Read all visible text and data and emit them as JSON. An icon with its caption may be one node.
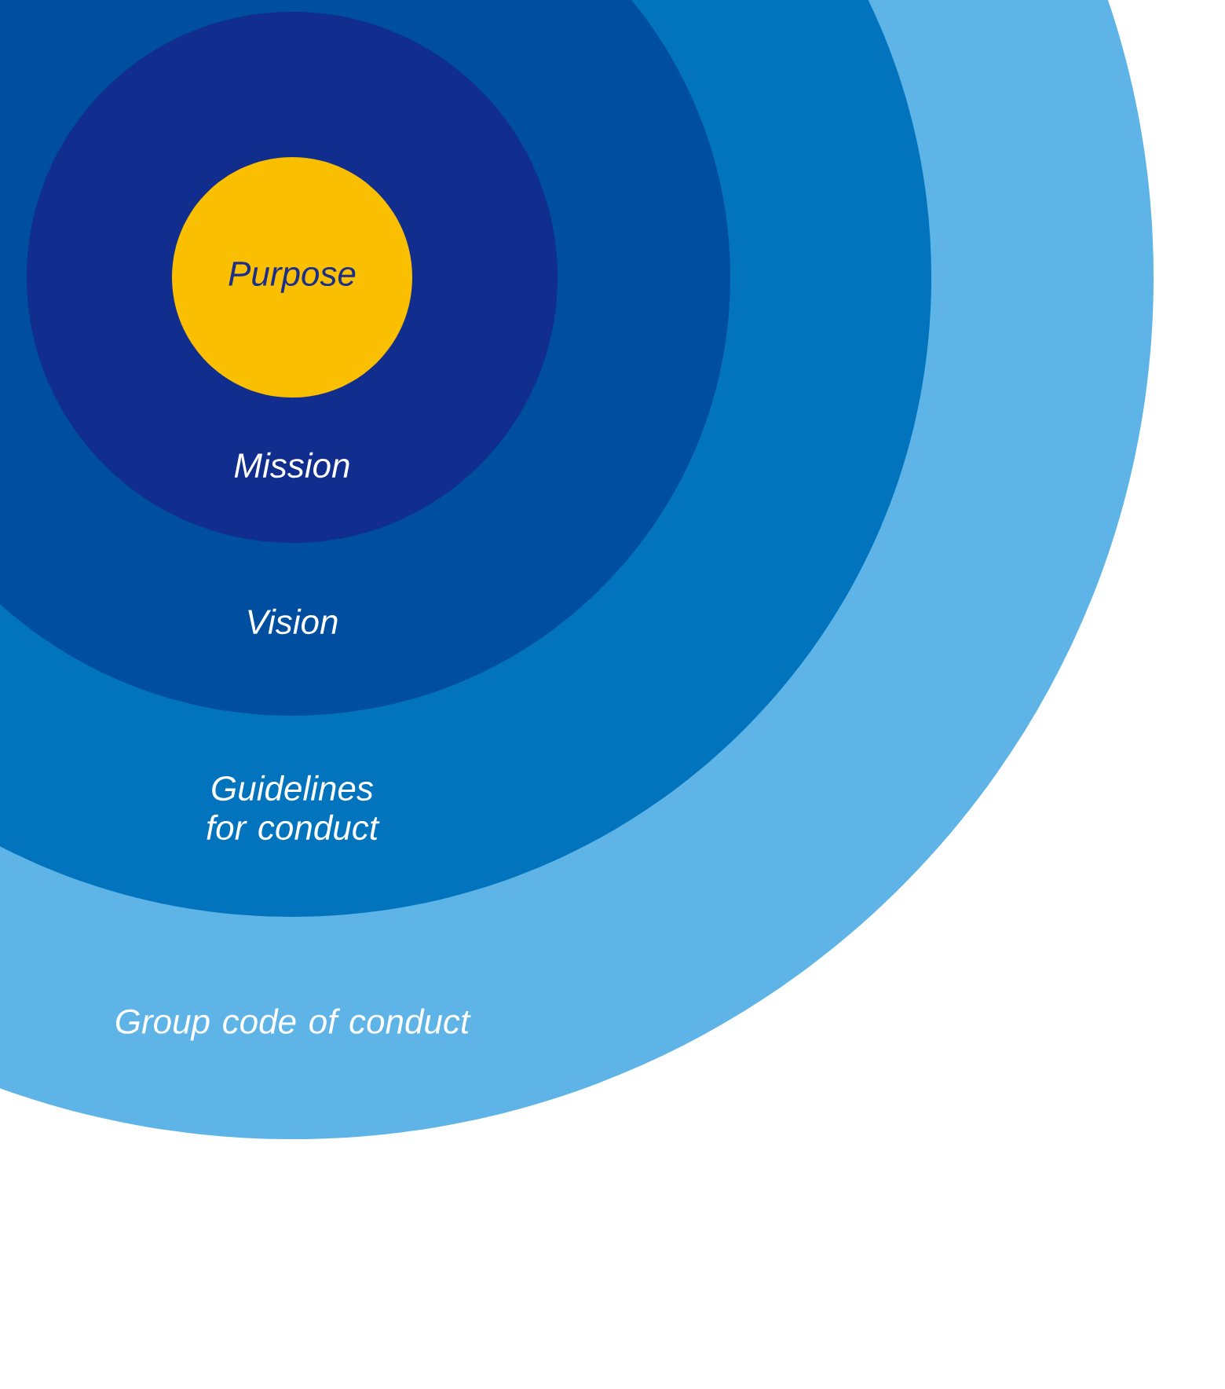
{
  "diagram": {
    "nodes": [
      {
        "text": [
          "Group code of conduct"
        ]
      },
      {
        "text": [
          "Guidelines for conduct"
        ],
        "in": 0
      },
      {
        "text": [
          "Vision"
        ],
        "in": 1
      },
      {
        "text": [
          "Mission"
        ],
        "in": 2
      },
      {
        "text": [
          "Purpose"
        ],
        "in": 3
      }
    ]
  }
}
